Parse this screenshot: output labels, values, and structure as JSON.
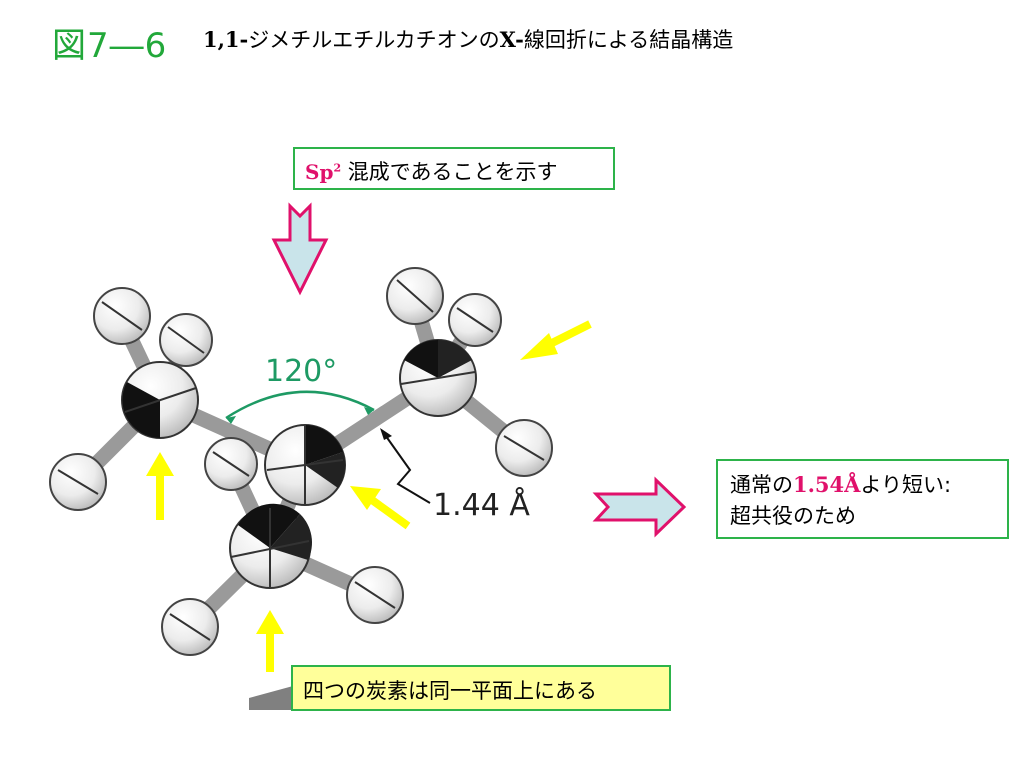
{
  "header": {
    "figure_label": "図7―6",
    "title_prefix": "1,1-",
    "title_mid": "ジメチルエチルカチオンの",
    "title_x": "X-",
    "title_suffix": "線回折による結晶構造"
  },
  "callouts": {
    "sp2": {
      "term": "Sp",
      "sup": "2",
      "text": " 混成であることを示す"
    },
    "bond": {
      "line1_prefix": "通常の",
      "line1_value": "1.54Å",
      "line1_suffix": "より短い:",
      "line2": "超共役のため"
    },
    "plane": {
      "text": "四つの炭素は同一平面上にある"
    }
  },
  "labels": {
    "angle": "120°",
    "bond_length": "1.44 Å"
  },
  "colors": {
    "figure_label": "#22a83a",
    "accent_pink": "#e0116b",
    "box_border": "#2db34a",
    "yellow_arrow": "#ffff00",
    "angle_arc": "#1e9a64",
    "plane_box_fill": "#ffff9a"
  }
}
